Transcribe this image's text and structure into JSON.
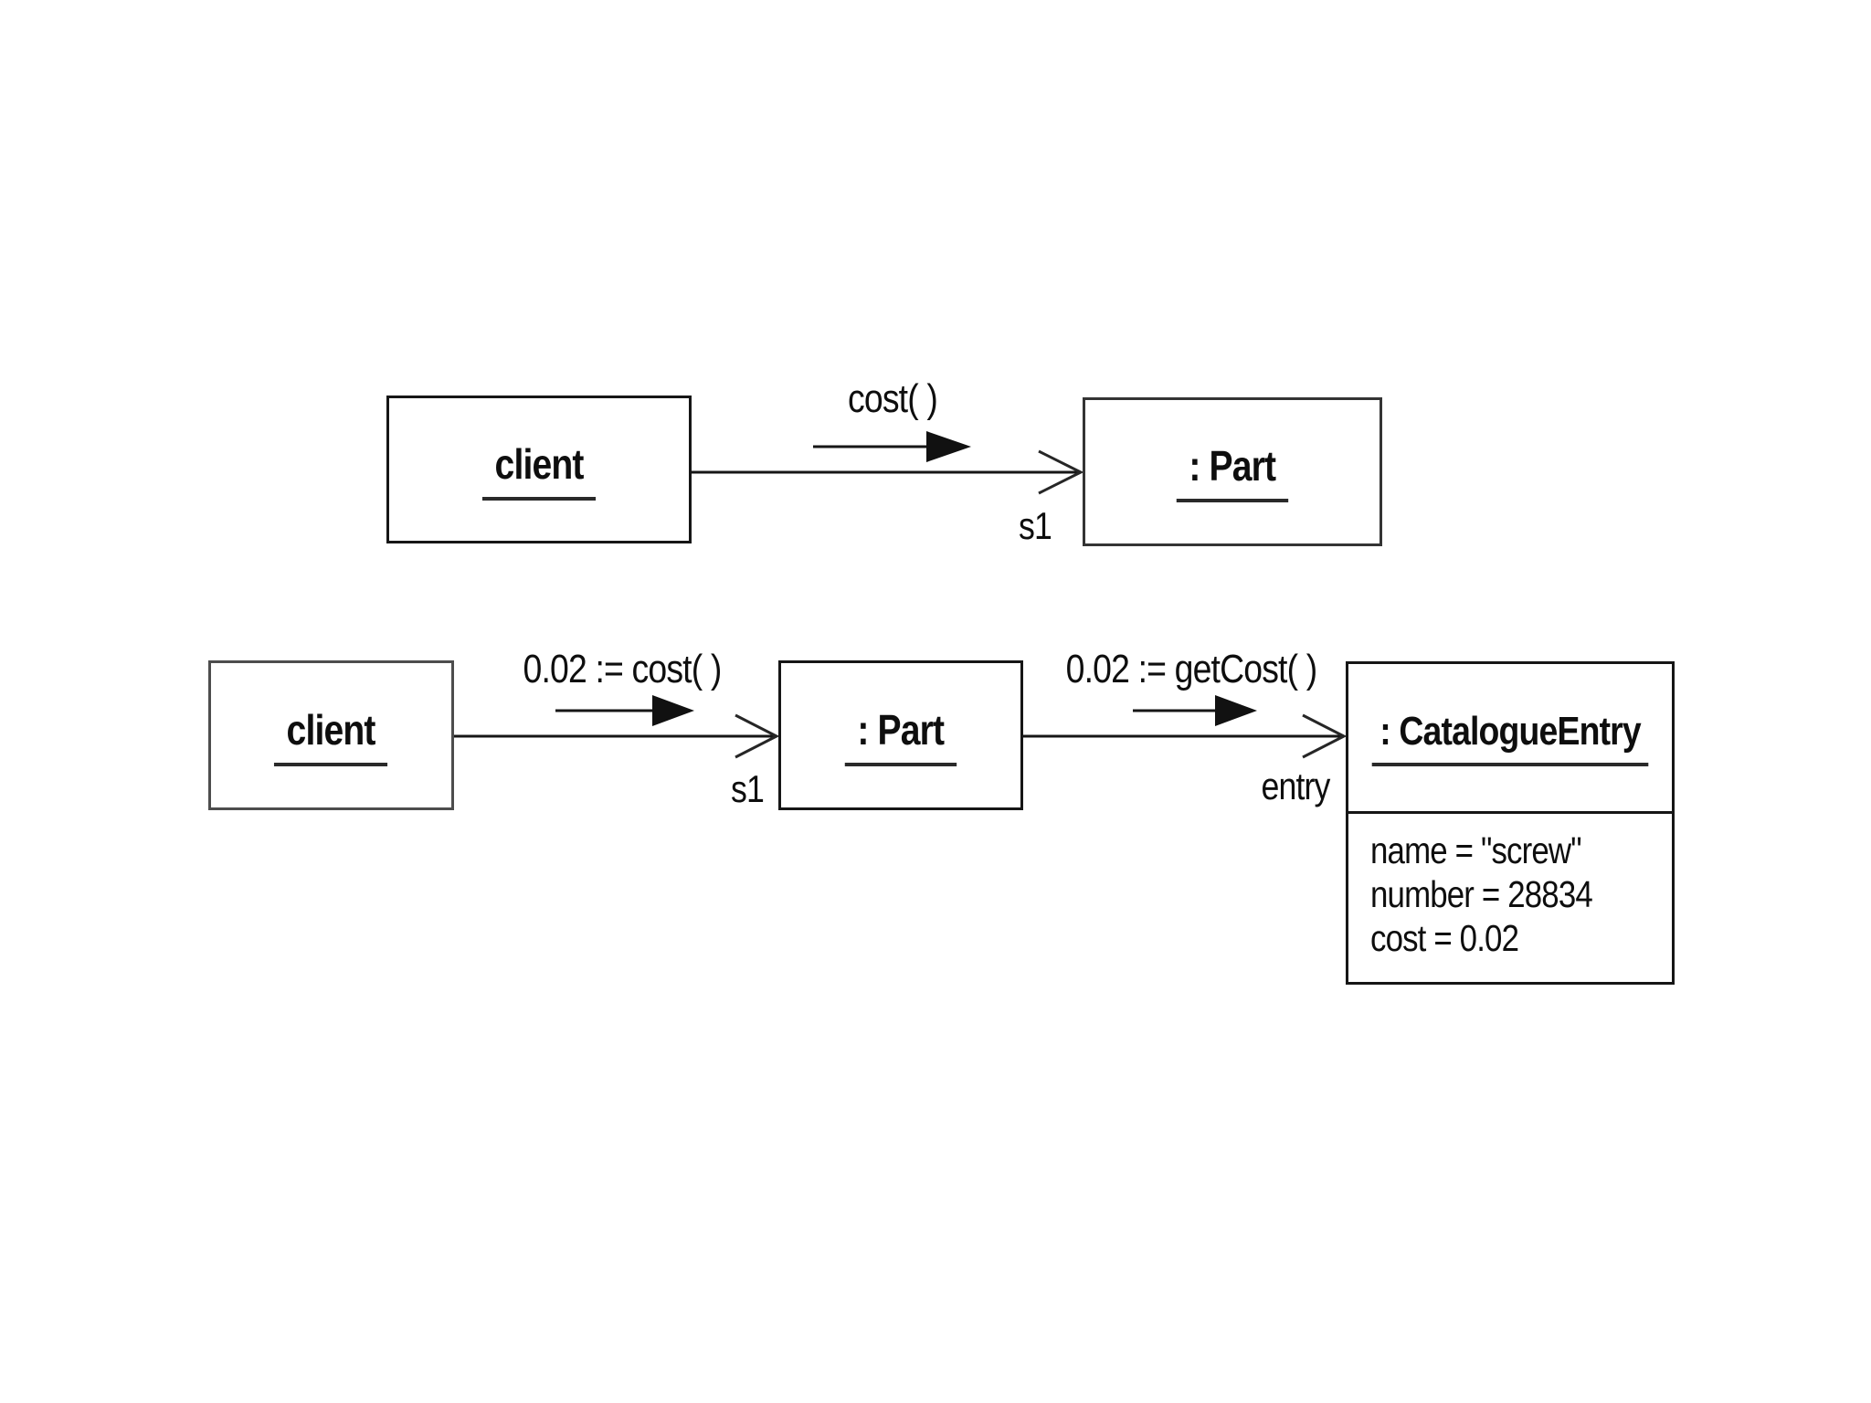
{
  "page": {
    "background": "#ffffff"
  },
  "top_diagram": {
    "client": "client",
    "part": ": Part",
    "message": "cost( )",
    "role": "s1"
  },
  "bottom_diagram": {
    "client": "client",
    "part": ": Part",
    "catalogue": ": CatalogueEntry",
    "attributes": [
      "name = \"screw\"",
      "number = 28834",
      "cost = 0.02"
    ],
    "message_cost": "0.02 := cost( )",
    "message_getcost": "0.02 := getCost( )",
    "role_s1": "s1",
    "role_entry": "entry"
  },
  "colors": {
    "line": "#161616",
    "text": "#0e0e0e",
    "background": "#ffffff"
  }
}
